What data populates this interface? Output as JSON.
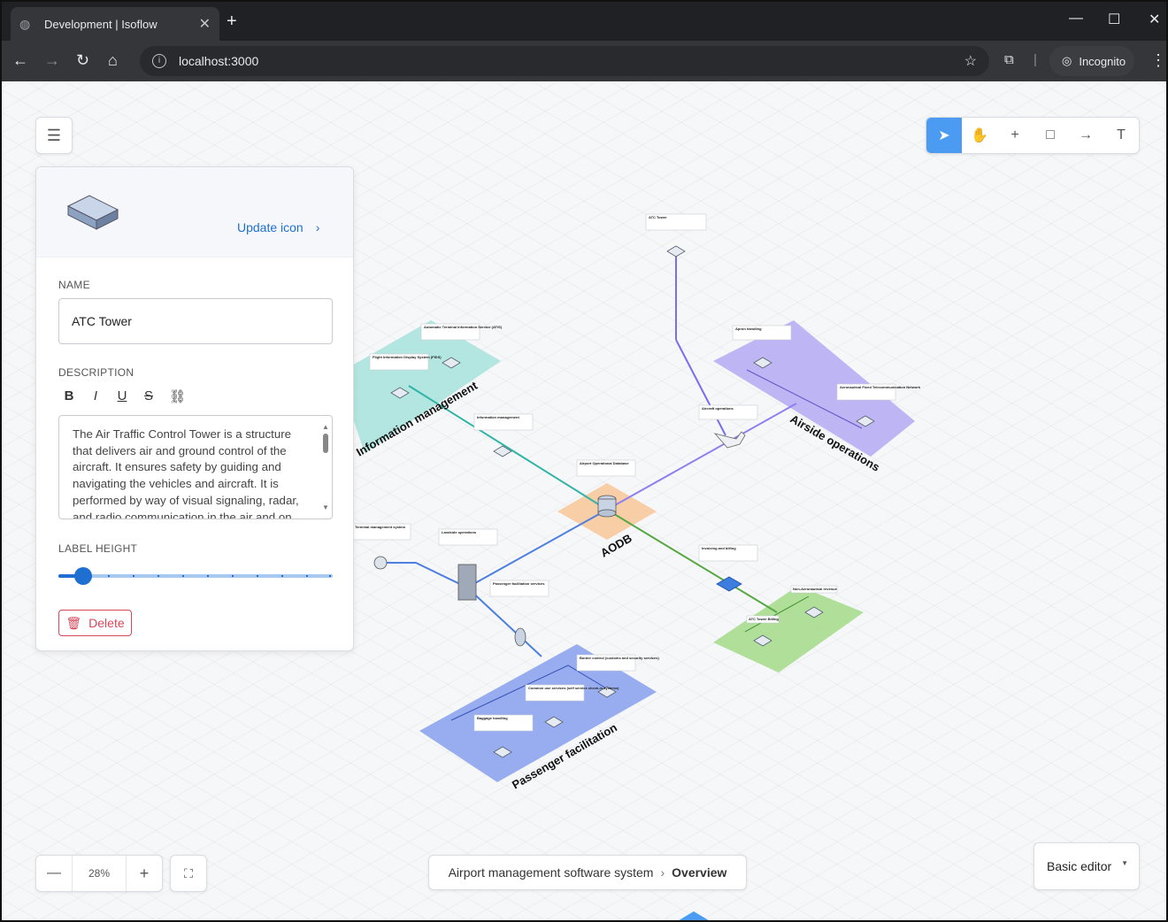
{
  "browser": {
    "tab_title": "Development | Isoflow",
    "new_tab": "+",
    "url": "localhost:3000",
    "incognito": "Incognito",
    "window_controls": [
      "—",
      "☐",
      "✕"
    ]
  },
  "panel": {
    "update_icon": "Update icon",
    "name_label": "NAME",
    "name_value": "ATC Tower",
    "description_label": "DESCRIPTION",
    "description": "The Air Traffic Control Tower is a structure that delivers air and ground control of the aircraft. It ensures safety by guiding and navigating the vehicles and aircraft. It is performed by way of visual signaling, radar, and radio communication in the air and on",
    "format_buttons": [
      "B",
      "I",
      "U",
      "S",
      "link"
    ],
    "label_height_label": "LABEL HEIGHT",
    "label_height_value": 0.05,
    "delete": "Delete"
  },
  "zoom": {
    "minus": "—",
    "value": "28%",
    "plus": "+"
  },
  "breadcrumb": {
    "project": "Airport management software system",
    "view": "Overview"
  },
  "editor_mode": "Basic editor",
  "diagram": {
    "zones": {
      "information": "Information management",
      "airside": "Airside operations",
      "aodb": "AODB",
      "passenger": "Passenger facilitation"
    },
    "nodes": {
      "atc_tower": "ATC Tower",
      "apron": "Apron handling",
      "aeronautical": "Aeronautical Fixed Telecommunication Network",
      "aircraft": "Aircraft operations",
      "atis": "Automatic Terminal Information Service (ATIS)",
      "fids": "Flight Information Display System (FIDS)",
      "info_mgmt": "Information management",
      "aodb_node": "Airport Operational Database",
      "terminal": "Terminal management system",
      "landside": "Landside operations",
      "passenger_facilitation": "Passenger facilitation services",
      "invoicing": "Invoicing and billing",
      "non_aero": "Non-Aeronautical revenue",
      "atc_billing": "ATC Tower Billing",
      "border": "Border control (customs and security services)",
      "common": "Common use services (self service check-in systems)",
      "baggage": "Baggage handling"
    }
  },
  "colors": {
    "accent": "#4b9bf2",
    "info_zone": "#a7e3dc",
    "airside_zone": "#b8aef3",
    "aodb_zone": "#f8c99c",
    "passenger_zone": "#8ea4ee",
    "revenue_zone": "#a8dc8e",
    "delete": "#d8485a"
  }
}
